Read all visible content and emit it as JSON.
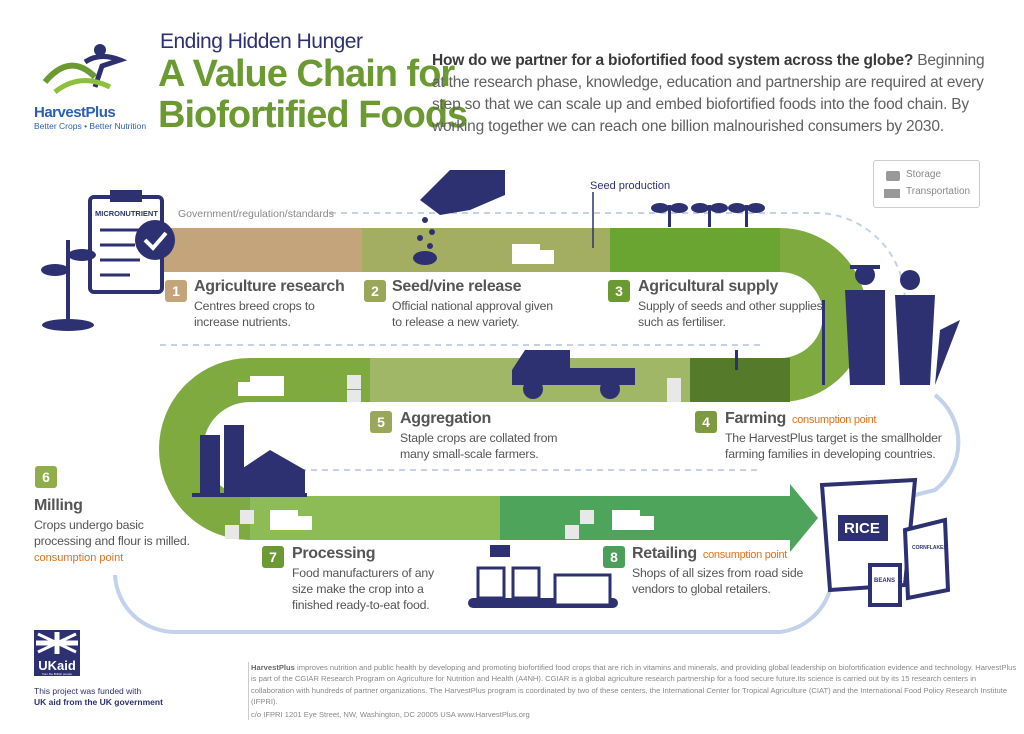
{
  "header": {
    "brand": "HarvestPlus",
    "brand_tagline": "Better Crops • Better Nutrition",
    "kicker": "Ending Hidden Hunger",
    "title_line1": "A Value Chain for",
    "title_line2": "Biofortified Foods",
    "intro_lead": "How do we partner for a biofortified food system across the globe?",
    "intro_body": " Beginning at the research phase, knowledge, education and partnership are required at every step so that we can scale up and embed biofortified foods into the food chain. By working together we can reach one billion malnourished consumers by 2030."
  },
  "legend": {
    "storage": "Storage",
    "transportation": "Transportation"
  },
  "annotations": {
    "government": "Government/regulation/standards",
    "seed_production": "Seed production",
    "micronutrient": "MICRONUTRIENT",
    "rice": "RICE",
    "cornflakes": "CORNFLAKES",
    "beans": "BEANS"
  },
  "steps": [
    {
      "num": "1",
      "title": "Agriculture research",
      "desc1": "Centres breed crops to",
      "desc2": "increase nutrients.",
      "color": "#c4a57b"
    },
    {
      "num": "2",
      "title": "Seed/vine release",
      "desc1": "Official national approval given",
      "desc2": "to release a new variety.",
      "color": "#9aa65a"
    },
    {
      "num": "3",
      "title": "Agricultural supply",
      "desc1": "Supply of seeds and other supplies",
      "desc2": "such as fertiliser.",
      "color": "#6c9a32"
    },
    {
      "num": "4",
      "title": "Farming",
      "consumption": "consumption point",
      "desc1": "The HarvestPlus target is the smallholder",
      "desc2": "farming families in developing countries.",
      "color": "#7c9a40"
    },
    {
      "num": "5",
      "title": "Aggregation",
      "desc1": "Staple crops are collated from",
      "desc2": "many small-scale farmers.",
      "color": "#9aa65a"
    },
    {
      "num": "6",
      "title": "Milling",
      "desc1": "Crops undergo basic",
      "desc2": "processing and flour is milled.",
      "consumption": "consumption point",
      "color": "#8fae4a"
    },
    {
      "num": "7",
      "title": "Processing",
      "desc1": "Food manufacturers of any",
      "desc2": "size make the crop into a",
      "desc3": "finished ready-to-eat food.",
      "color": "#6c9a32"
    },
    {
      "num": "8",
      "title": "Retailing",
      "consumption": "consumption point",
      "desc1": "Shops of all sizes from road side",
      "desc2": "vendors to global retailers.",
      "color": "#4aa05a"
    }
  ],
  "footer": {
    "brand": "HarvestPlus",
    "text": " improves nutrition and public health by developing and promoting biofortified food crops that are rich in vitamins and minerals, and providing global leadership on biofortification evidence and technology. HarvestPlus is part of the CGIAR Research Program on Agriculture for Nutrition and Health (A4NH). CGIAR is a global agriculture research partnership for a food secure future.Its science is carried out by its 15 research centers in collaboration with hundreds of partner organizations. The HarvestPlus program is coordinated by two of these centers, the International Center for Tropical Agriculture (CIAT) and the International Food Policy Research Institute (IFPRI).",
    "address": "c/o IFPRI 1201 Eye Street, NW, Washington, DC 20005 USA    www.HarvestPlus.org",
    "ukaid": "UKaid",
    "ukaid_sub": "from the British people",
    "funded1": "This project was funded with",
    "funded2": "UK aid from the UK government"
  },
  "colors": {
    "navy": "#2d3171",
    "green": "#6c9a32",
    "tan": "#c4a57b",
    "orange": "#e0701c",
    "dash": "#c3d2ea"
  }
}
